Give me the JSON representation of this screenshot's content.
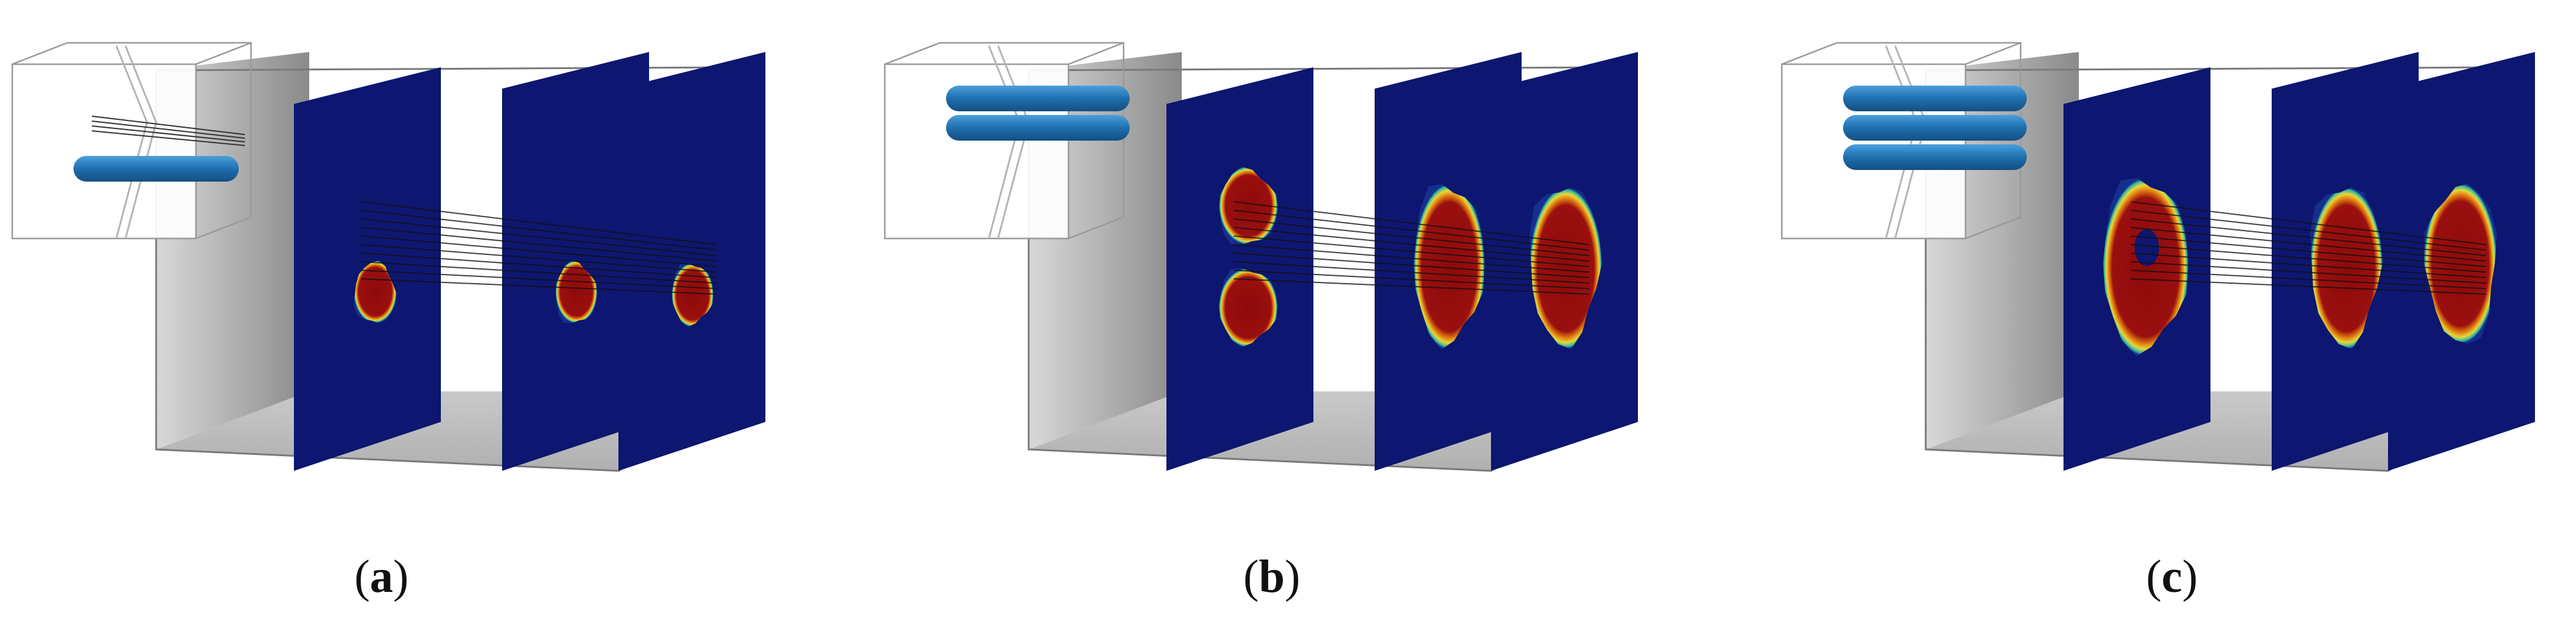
{
  "panels": [
    {
      "label_prefix": "(",
      "label_letter": "a",
      "label_suffix": ")",
      "jet": {
        "streams": 1
      },
      "slices": [
        {
          "spots": [
            {
              "shape": "blob"
            }
          ]
        },
        {
          "spots": [
            {
              "shape": "blob"
            }
          ]
        },
        {
          "spots": [
            {
              "shape": "blob"
            }
          ]
        }
      ]
    },
    {
      "label_prefix": "(",
      "label_letter": "b",
      "label_suffix": ")",
      "jet": {
        "streams": 2
      },
      "slices": [
        {
          "spots": [
            {
              "shape": "blob"
            },
            {
              "shape": "blob"
            }
          ]
        },
        {
          "spots": [
            {
              "shape": "blob"
            }
          ]
        },
        {
          "spots": [
            {
              "shape": "blob"
            }
          ]
        }
      ]
    },
    {
      "label_prefix": "(",
      "label_letter": "c",
      "label_suffix": ")",
      "jet": {
        "streams": 3
      },
      "slices": [
        {
          "spots": [
            {
              "shape": "ring"
            }
          ]
        },
        {
          "spots": [
            {
              "shape": "blob"
            }
          ]
        },
        {
          "spots": [
            {
              "shape": "blob"
            }
          ]
        }
      ]
    }
  ],
  "colors": {
    "slice": "#0d1670",
    "hot": "#8e0a0a",
    "jet": "#1f6fae",
    "box_edge": "#7a7a7a",
    "floor": "#bdbdbd",
    "wall": "#9a9a9a"
  }
}
